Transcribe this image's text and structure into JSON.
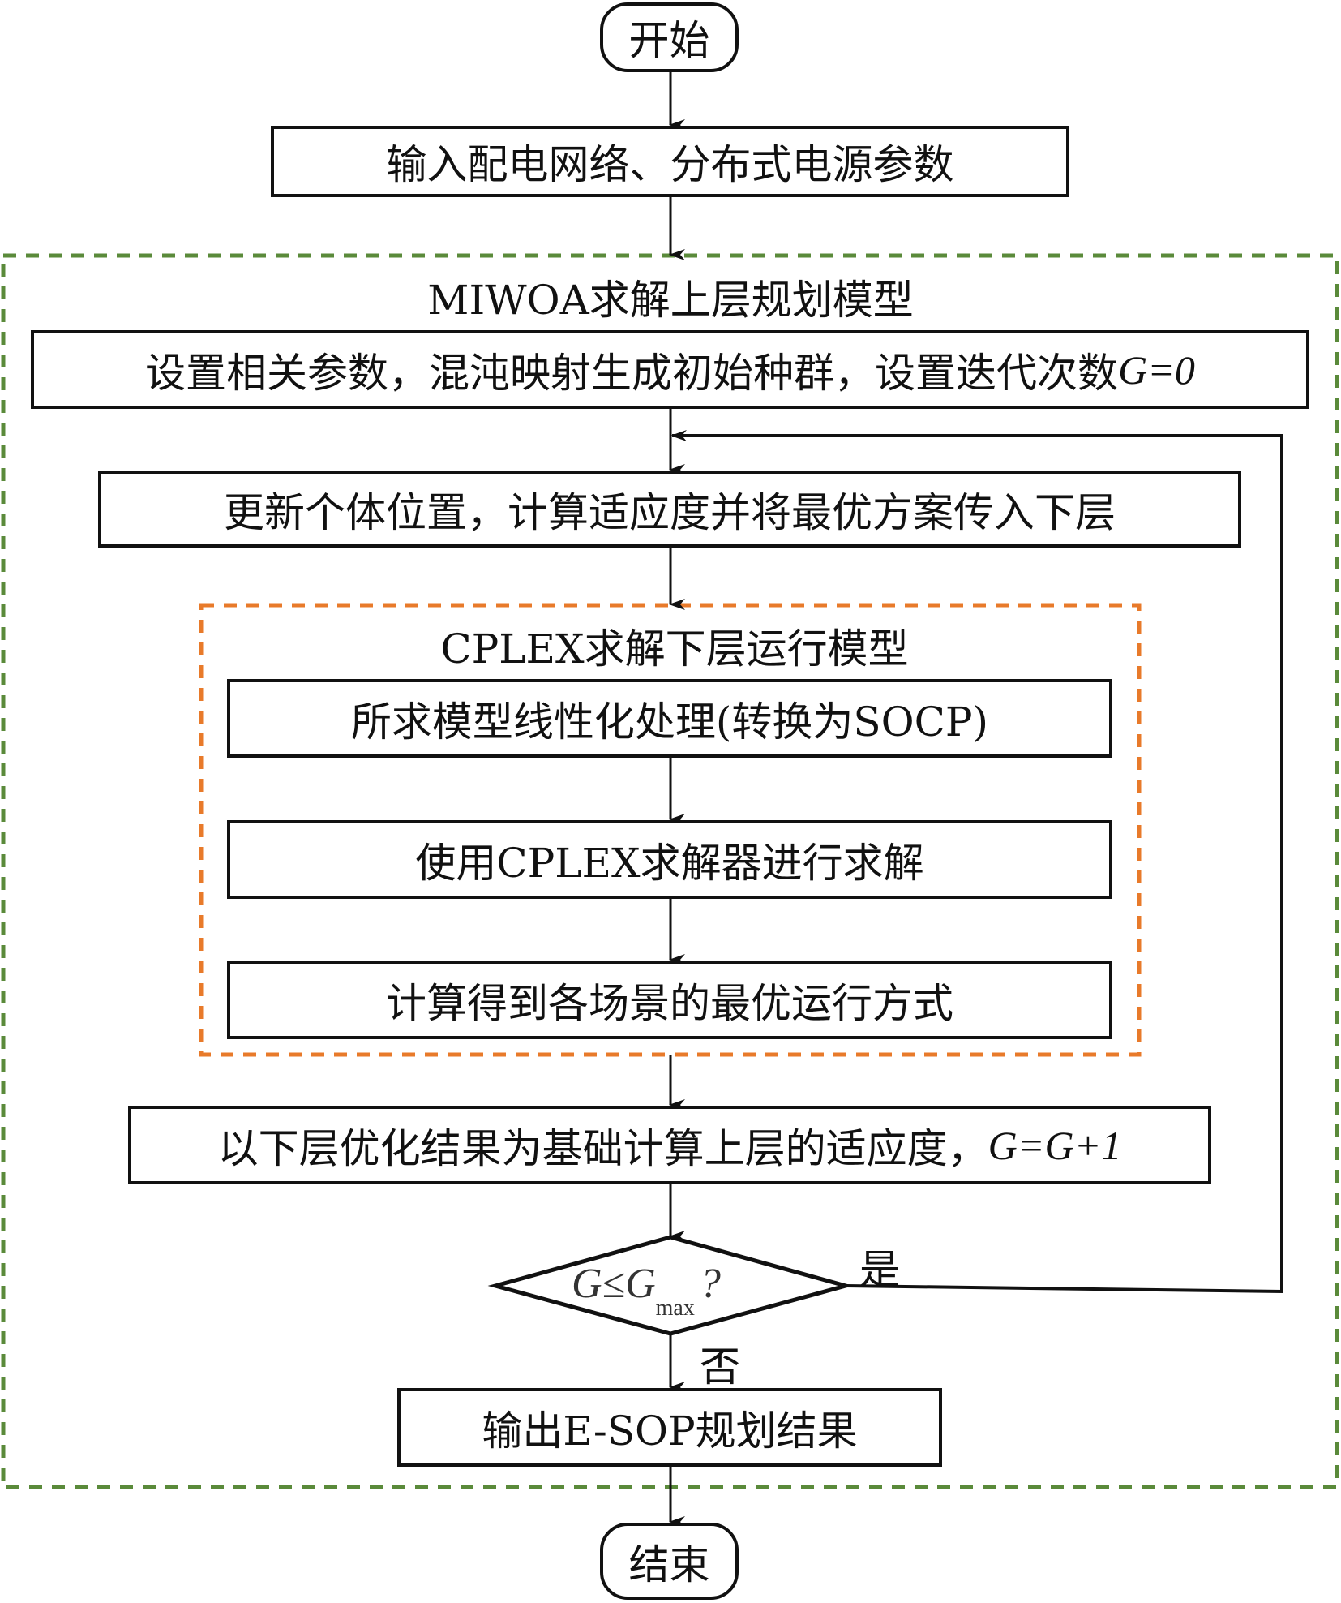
{
  "colors": {
    "upper_frame": "#5a8a3a",
    "lower_frame": "#e87a2a",
    "stroke": "#111111"
  },
  "start": "开始",
  "end": "结束",
  "input_step": "输入配电网络、分布式电源参数",
  "upper_block": {
    "title": "MIWOA求解上层规划模型",
    "init_step": {
      "text": "设置相关参数，混沌映射生成初始种群，设置迭代次数",
      "formula": "G=0"
    },
    "update_step": "更新个体位置，计算适应度并将最优方案传入下层",
    "fitness_step": {
      "text": "以下层优化结果为基础计算上层的适应度，",
      "formula": "G=G+1"
    },
    "decision": {
      "lhs": "G≤G",
      "sub": "max",
      "q": "?",
      "yes": "是",
      "no": "否"
    },
    "output_step": "输出E-SOP规划结果"
  },
  "lower_block": {
    "title": "CPLEX求解下层运行模型",
    "steps": [
      "所求模型线性化处理(转换为SOCP)",
      "使用CPLEX求解器进行求解",
      "计算得到各场景的最优运行方式"
    ]
  }
}
